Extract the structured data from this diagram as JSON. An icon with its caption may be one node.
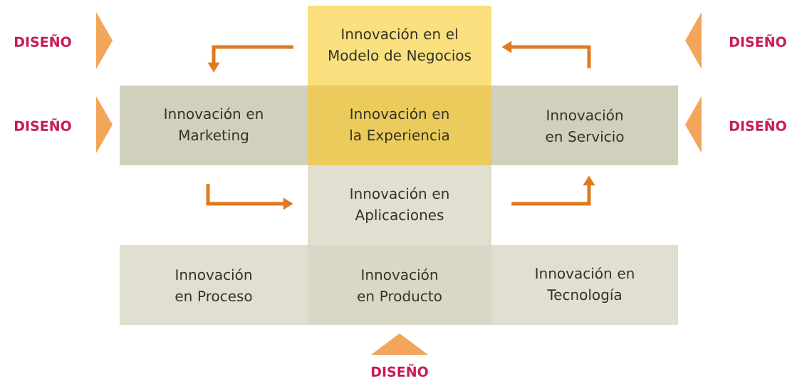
{
  "diagram": {
    "nodes": [
      {
        "text": [
          "Innovación en el Modelo de Negocios"
        ]
      },
      {
        "text": [
          "Innovación en Marketing"
        ]
      },
      {
        "text": [
          "Innovación en la Experiencia"
        ]
      },
      {
        "text": [
          "Innovación en Servicio"
        ]
      },
      {
        "text": [
          "Innovación en Aplicaciones"
        ]
      },
      {
        "text": [
          "Innovación en Proceso"
        ]
      },
      {
        "text": [
          "Innovación en Producto"
        ]
      },
      {
        "text": [
          "Innovación en Tecnología"
        ]
      }
    ],
    "edges": [
      {
        "from": 0,
        "to": 1,
        "arrow": "to"
      },
      {
        "from": 1,
        "to": 4,
        "arrow": "to"
      },
      {
        "from": 4,
        "to": 3,
        "arrow": "to"
      },
      {
        "from": 3,
        "to": 0,
        "arrow": "to"
      }
    ],
    "labels": [
      "DISEÑO",
      "DISEÑO",
      "DISEÑO",
      "DISEÑO",
      "DISEÑO"
    ]
  }
}
